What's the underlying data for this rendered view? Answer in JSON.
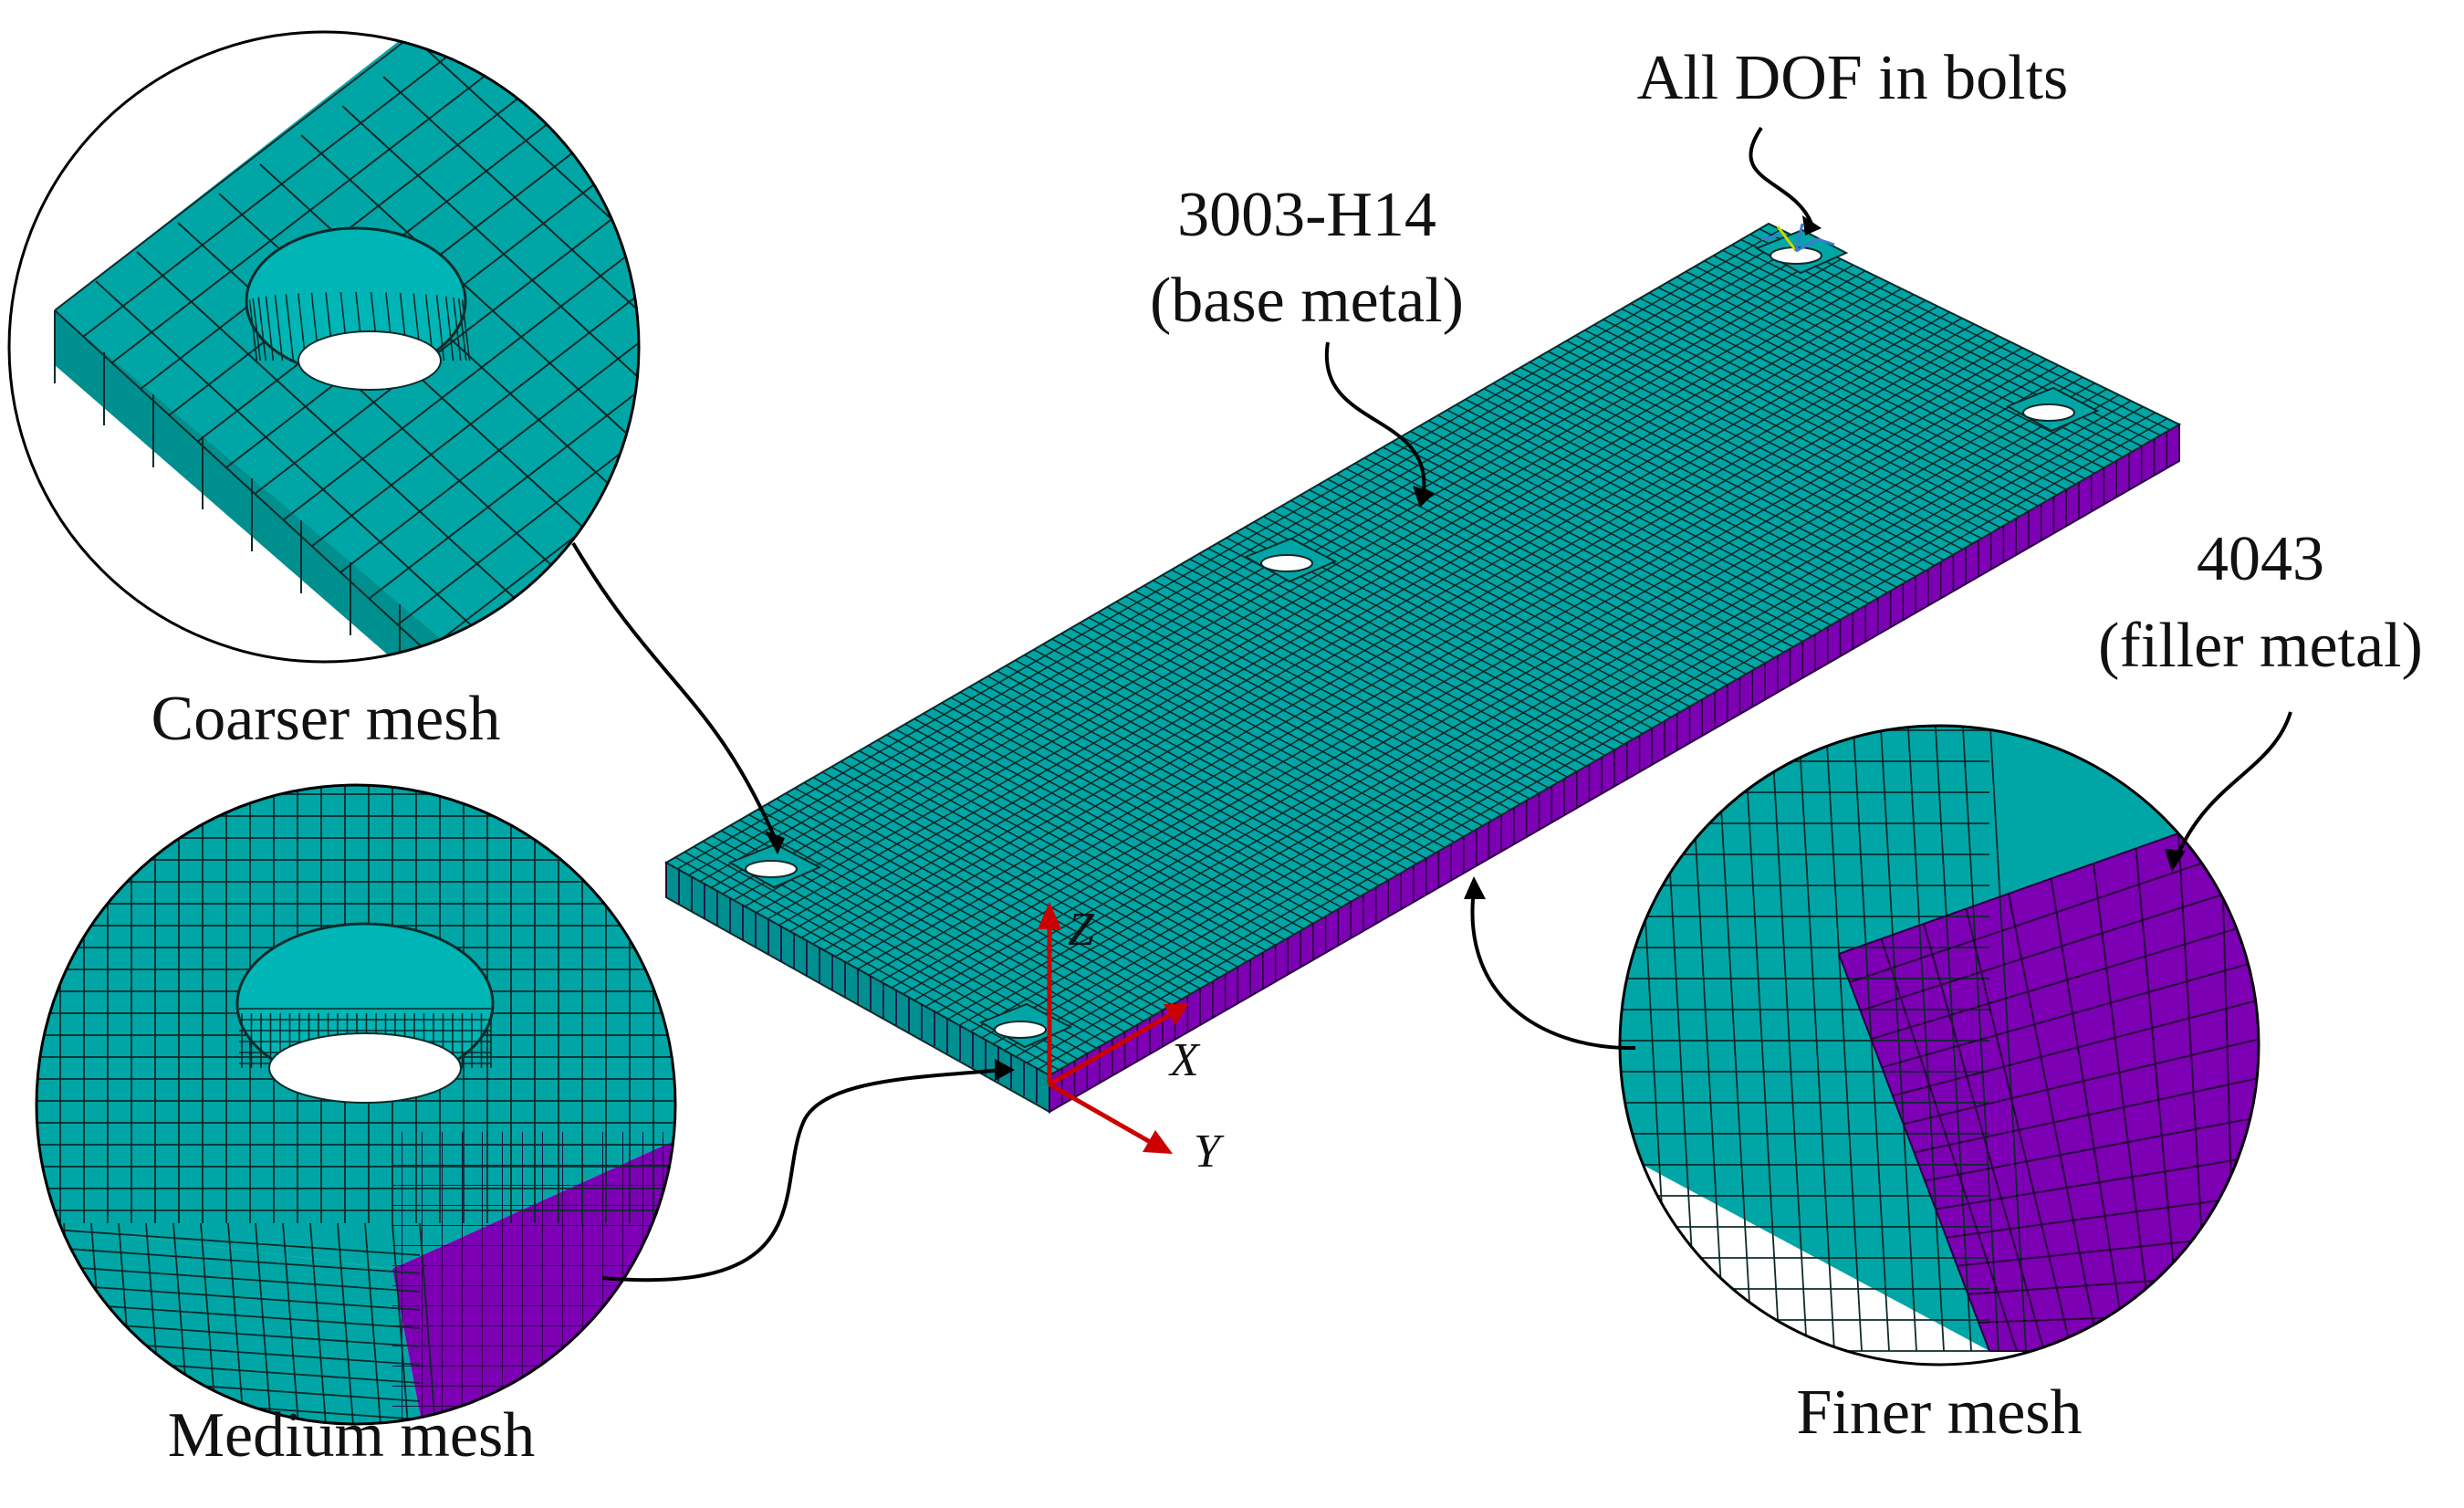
{
  "labels": {
    "bolts": "All DOF in bolts",
    "base_metal_line1": "3003-H14",
    "base_metal_line2": "(base metal)",
    "filler_line1": "4043",
    "filler_line2": "(filler metal)",
    "coarser": "Coarser mesh",
    "medium": "Medium mesh",
    "finer": "Finer mesh"
  },
  "axes": {
    "z": "Z",
    "x": "X",
    "y": "Y"
  },
  "colors": {
    "base_metal": "#00a6a6",
    "filler_metal": "#7d00b4",
    "mesh_lines": "#0d2b2b",
    "axis": "#cc0000",
    "leader": "#000000"
  }
}
